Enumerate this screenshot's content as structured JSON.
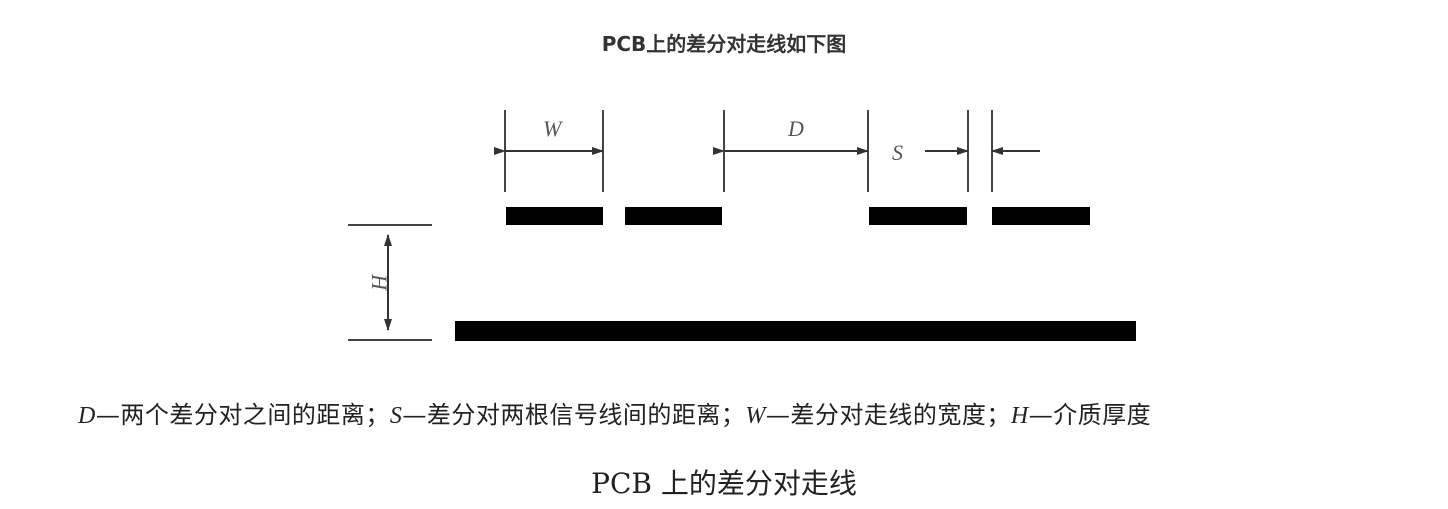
{
  "heading": "PCB上的差分对走线如下图",
  "diagram": {
    "labels": {
      "W": "W",
      "D": "D",
      "S": "S",
      "H": "H"
    },
    "traces_top_count": 4,
    "reference_plane": "ground plane bar",
    "colors": {
      "trace": "#000000",
      "dimension_line": "#444444"
    }
  },
  "legend": {
    "items": [
      {
        "symbol": "D",
        "text": "—两个差分对之间的距离；"
      },
      {
        "symbol": "S",
        "text": "—差分对两根信号线间的距离；"
      },
      {
        "symbol": "W",
        "text": "—差分对走线的宽度；"
      },
      {
        "symbol": "H",
        "text": "—介质厚度"
      }
    ]
  },
  "caption": "PCB 上的差分对走线"
}
